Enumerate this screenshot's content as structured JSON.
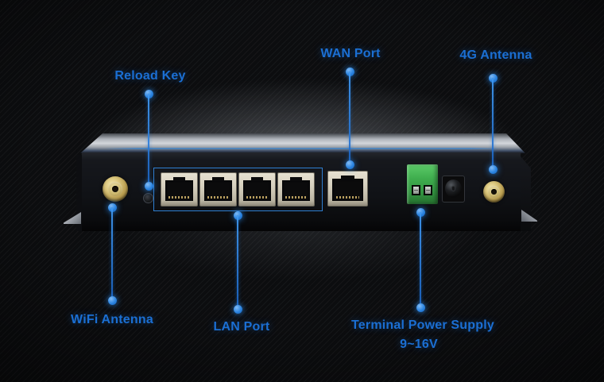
{
  "callouts": {
    "reload": {
      "label": "Reload Key"
    },
    "wan": {
      "label": "WAN Port"
    },
    "antenna4g": {
      "label": "4G Antenna"
    },
    "wifi": {
      "label": "WiFi Antenna"
    },
    "lan": {
      "label": "LAN Port"
    },
    "power": {
      "label": "Terminal Power Supply",
      "sub_label": "9~16V"
    }
  },
  "device": {
    "lan_ports_visible": 4,
    "wan_ports_visible": 1,
    "antenna_connectors_visible": 2
  },
  "colors": {
    "label_blue": "#1b6fd3",
    "line_blue": "#2272ce",
    "dot_blue": "#2b84e0",
    "lan_outline": "#2f7fd2",
    "terminal_green": "#3fae4e",
    "connector_gold": "#c9b469",
    "port_beige": "#d6d0bf",
    "background": "#0c0d0f"
  }
}
